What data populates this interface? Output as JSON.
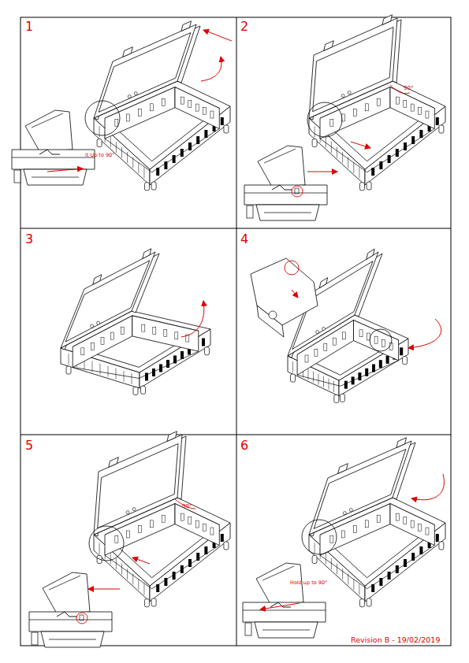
{
  "diagram": {
    "labels": [
      "1",
      "it Up to 90°",
      "2",
      "90°",
      "3",
      "4",
      "5",
      "90°",
      "6",
      "Hold up to 90°",
      "Revision B - 19/02/2019"
    ]
  }
}
